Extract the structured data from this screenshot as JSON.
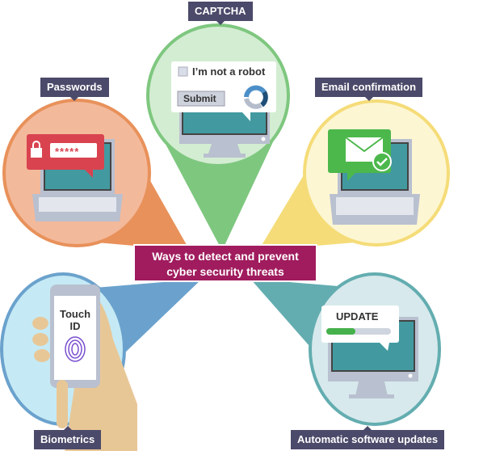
{
  "title": [
    "Ways to detect and prevent",
    "cyber security threats"
  ],
  "labels": {
    "captcha": "CAPTCHA",
    "passwords": "Passwords",
    "email": "Email confirmation",
    "biometrics": "Biometrics",
    "updates": "Automatic software updates"
  },
  "captcha": {
    "checkbox_label": "I’m not a robot",
    "submit": "Submit"
  },
  "passwords": {
    "masked": "*****"
  },
  "biometrics": {
    "screen_text": [
      "Touch",
      "ID"
    ]
  },
  "updates": {
    "popup_title": "UPDATE",
    "progress": 0.45
  },
  "colors": {
    "captcha": "#7ec77f",
    "passwords": "#e8915a",
    "email": "#f5dc78",
    "biometrics": "#6ba2cd",
    "updates": "#63adb0",
    "center": "#a01c5e",
    "label": "#4b4a6a"
  }
}
